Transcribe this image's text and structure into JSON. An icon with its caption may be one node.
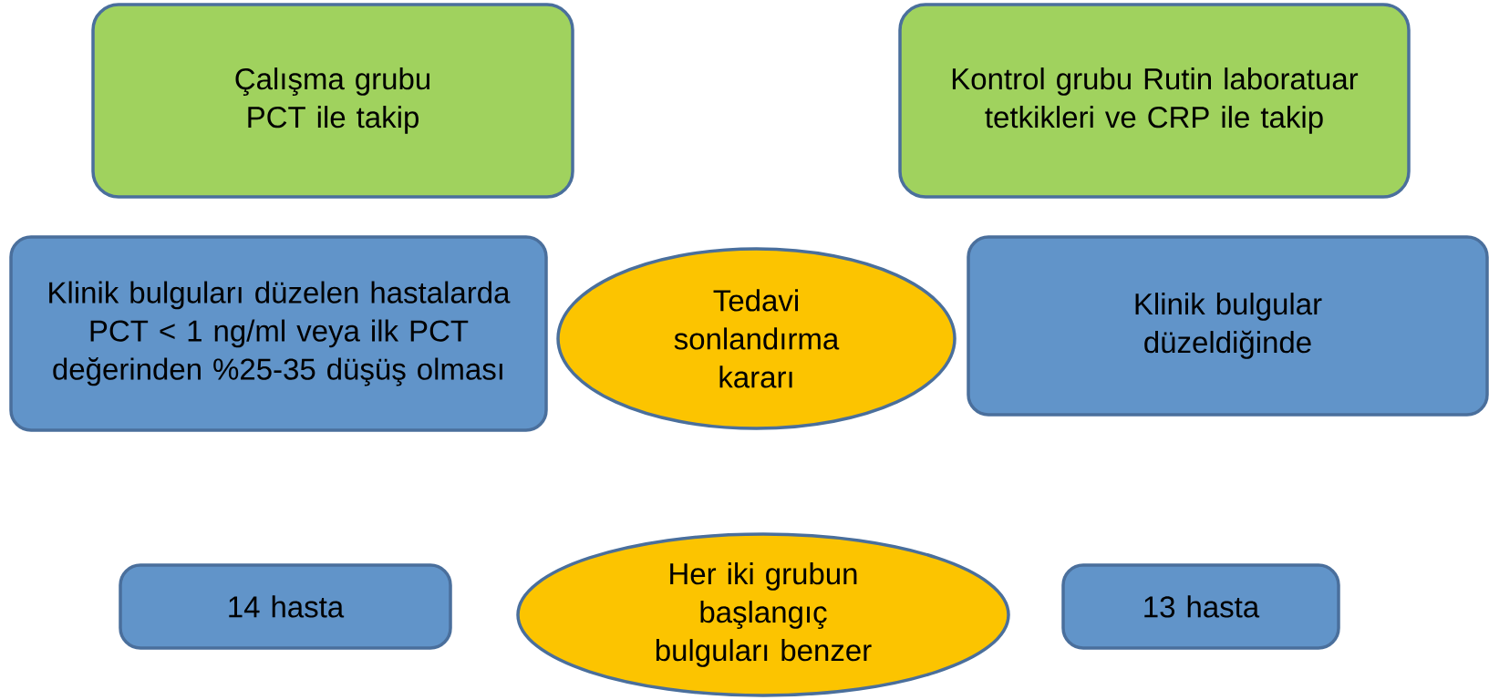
{
  "diagram": {
    "nodes": [
      {
        "text": [
          "Çalışma grubu PCT ile takip"
        ]
      },
      {
        "text": [
          "Kontrol grubu Rutin laboratuar tetkikleri ve CRP ile takip"
        ]
      },
      {
        "text": [
          "Klinik bulguları düzelen hastalarda PCT < 1 ng/ml veya ilk PCT değerinden %25-35 düşüş olması"
        ]
      },
      {
        "text": [
          "Tedavi sonlandırma kararı"
        ]
      },
      {
        "text": [
          "Klinik bulgular düzeldiğinde"
        ]
      },
      {
        "text": [
          "14 hasta"
        ]
      },
      {
        "text": [
          "Her iki grubun başlangıç bulguları benzer"
        ]
      },
      {
        "text": [
          "13 hasta"
        ]
      }
    ]
  }
}
